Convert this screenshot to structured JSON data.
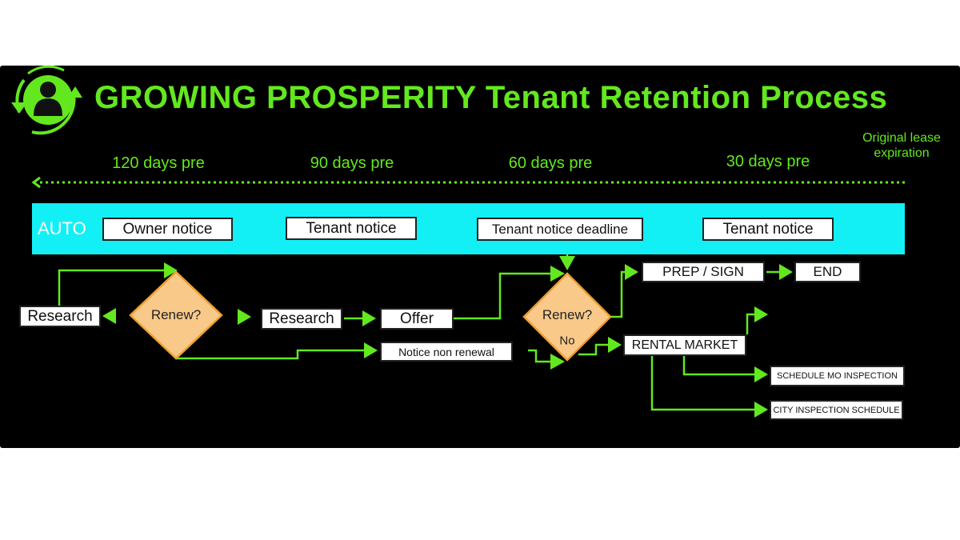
{
  "title": "GROWING PROSPERITY Tenant Retention Process",
  "timeline": {
    "labels": [
      "120 days pre",
      "90 days pre",
      "60 days pre",
      "30 days pre"
    ],
    "end_label": "Original lease expiration"
  },
  "auto_band": {
    "label": "AUTO",
    "boxes": [
      "Owner notice",
      "Tenant notice",
      "Tenant notice deadline",
      "Tenant notice"
    ]
  },
  "flow": {
    "research_1": "Research",
    "decision_1": "Renew?",
    "research_2": "Research",
    "offer": "Offer",
    "notice_non_renewal": "Notice non renewal",
    "decision_2": "Renew?",
    "decision_2_no": "No",
    "prep_sign": "PREP / SIGN",
    "end": "END",
    "rental_market": "RENTAL MARKET",
    "schedule_mo_inspection": "SCHEDULE MO INSPECTION",
    "city_inspection_schedule": "CITY INSPECTION SCHEDULE"
  },
  "colors": {
    "accent": "#63e81f",
    "band": "#12f0f6",
    "diamond": "#f9c98a",
    "diamond_border": "#f0a030"
  }
}
